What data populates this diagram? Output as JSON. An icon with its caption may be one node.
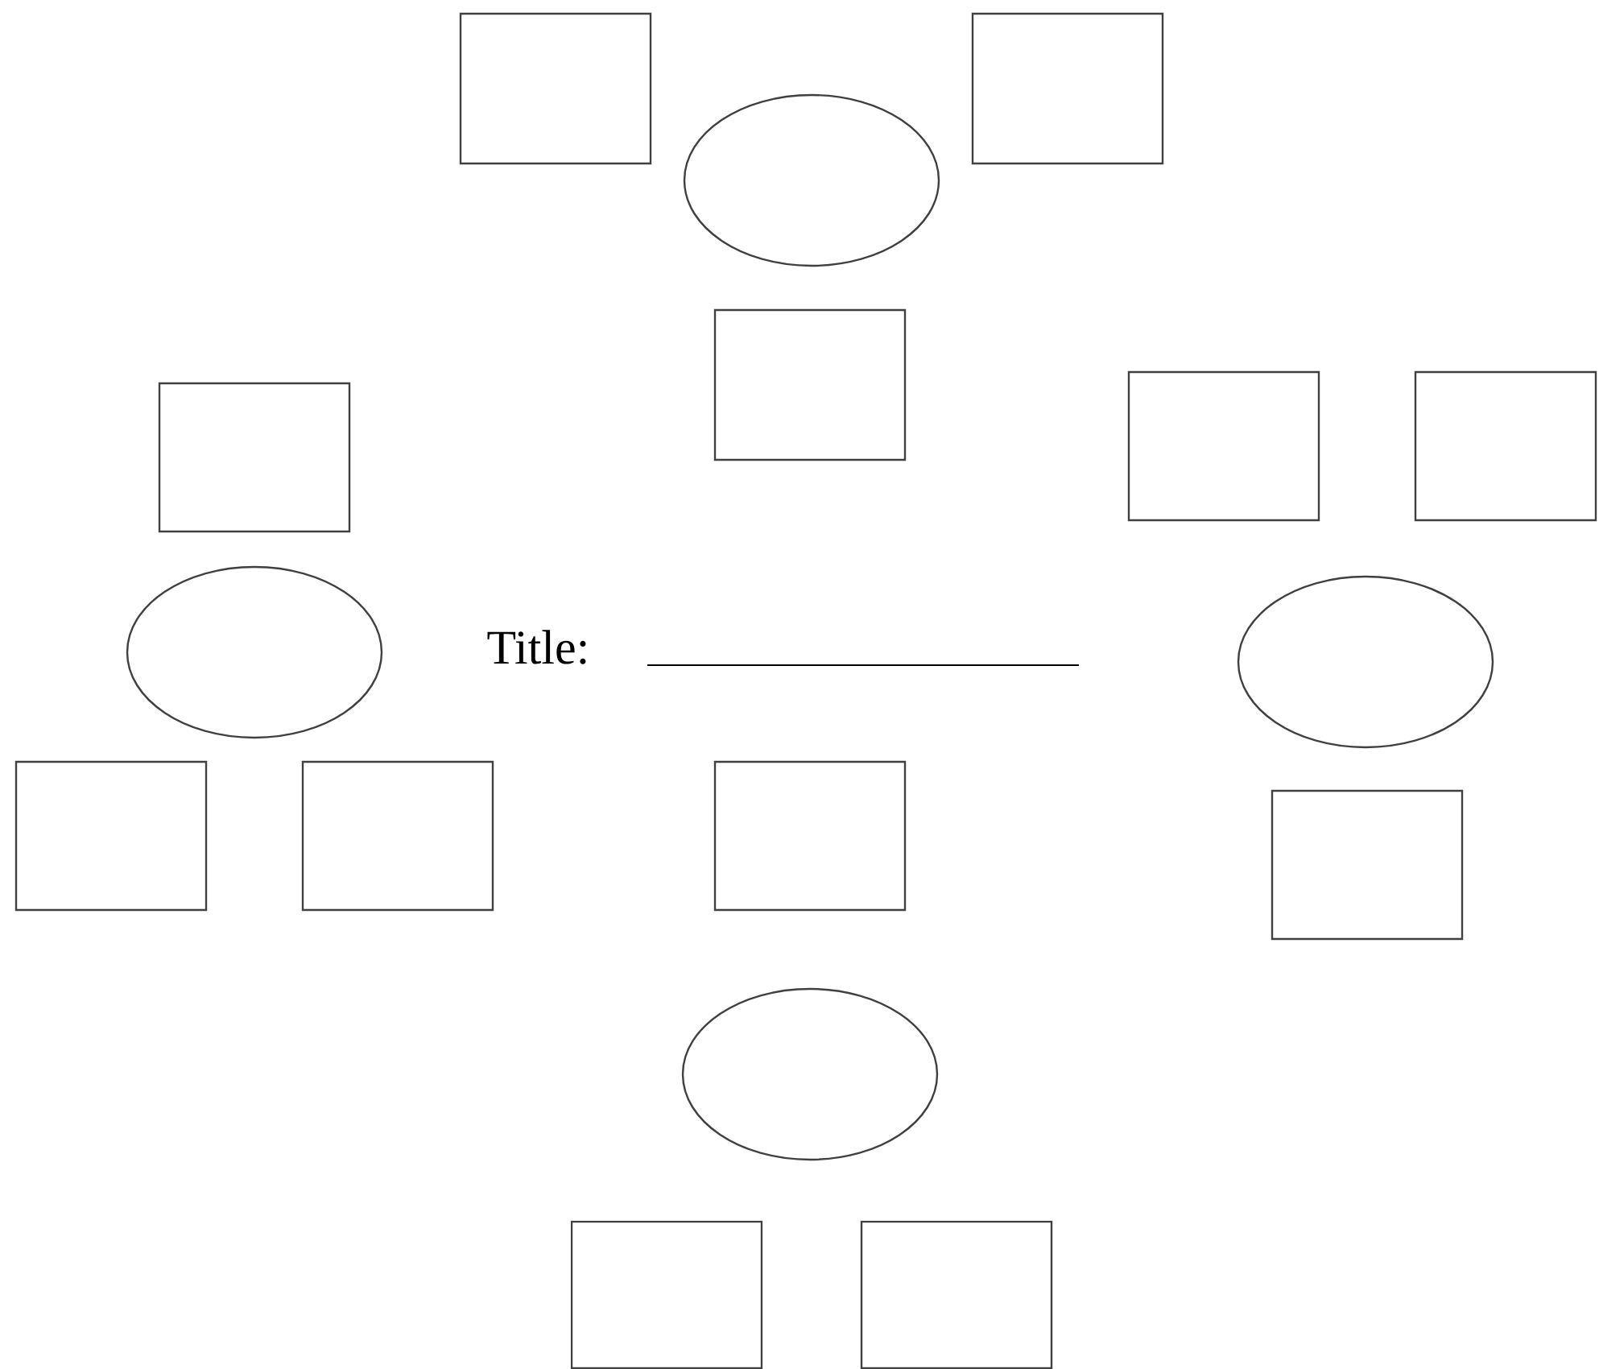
{
  "diagram": {
    "title": "Title:",
    "nodes": [
      {
        "text": [],
        "shape": "box"
      },
      {
        "text": [],
        "shape": "circle"
      },
      {
        "text": [],
        "shape": "box"
      },
      {
        "text": [],
        "shape": "box"
      },
      {
        "text": [],
        "shape": "box"
      },
      {
        "text": [],
        "shape": "box"
      },
      {
        "text": [],
        "shape": "box"
      },
      {
        "text": [],
        "shape": "circle"
      },
      {
        "text": [],
        "shape": "circle"
      },
      {
        "text": [],
        "shape": "box"
      },
      {
        "text": [],
        "shape": "box"
      },
      {
        "text": [],
        "shape": "box"
      },
      {
        "text": [],
        "shape": "box"
      },
      {
        "text": [],
        "shape": "circle"
      },
      {
        "text": [],
        "shape": "box"
      },
      {
        "text": [],
        "shape": "box"
      }
    ]
  }
}
